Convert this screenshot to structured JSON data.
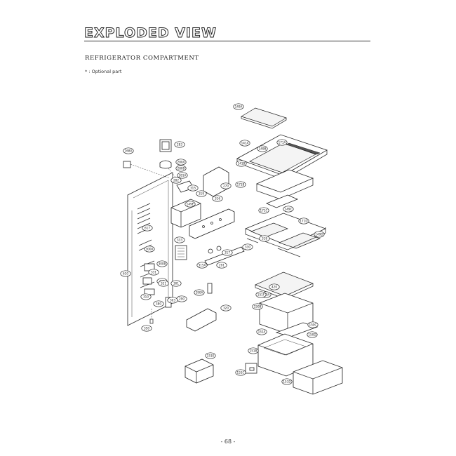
{
  "header": {
    "title": "EXPLODED VIEW",
    "subtitle": "REFRIGERATOR COMPARTMENT",
    "note": "* : Optional part"
  },
  "footer": {
    "page_number": "- 68 -"
  },
  "callouts": [
    {
      "id": "c-149a",
      "label": "149A"
    },
    {
      "id": "c-141a",
      "label": "141A"
    },
    {
      "id": "c-149b",
      "label": "149B"
    },
    {
      "id": "c-171a",
      "label": "171A"
    },
    {
      "id": "c-141b",
      "label": "141B"
    },
    {
      "id": "c-171b",
      "label": "171B"
    },
    {
      "id": "c-168a",
      "label": "168A"
    },
    {
      "id": "c-283",
      "label": "283"
    },
    {
      "id": "c-280a",
      "label": "280A"
    },
    {
      "id": "c-280b",
      "label": "280B"
    },
    {
      "id": "c-281a",
      "label": "281A"
    },
    {
      "id": "c-282",
      "label": "282"
    },
    {
      "id": "c-315",
      "label": "315"
    },
    {
      "id": "c-319",
      "label": "319"
    },
    {
      "id": "c-149e",
      "label": "149E"
    },
    {
      "id": "c-316",
      "label": "316"
    },
    {
      "id": "c-171c",
      "label": "171C"
    },
    {
      "id": "c-149c",
      "label": "149C"
    },
    {
      "id": "c-171d",
      "label": "171D"
    },
    {
      "id": "c-149d",
      "label": "149D"
    },
    {
      "id": "c-318",
      "label": "318"
    },
    {
      "id": "c-330",
      "label": "330"
    },
    {
      "id": "c-333",
      "label": "333"
    },
    {
      "id": "c-617",
      "label": "617"
    },
    {
      "id": "c-300a",
      "label": "300A"
    },
    {
      "id": "c-300b",
      "label": "300B"
    },
    {
      "id": "c-331",
      "label": "331"
    },
    {
      "id": "c-332",
      "label": "332"
    },
    {
      "id": "c-301",
      "label": "301"
    },
    {
      "id": "c-315a",
      "label": "315A"
    },
    {
      "id": "c-317",
      "label": "317"
    },
    {
      "id": "c-291",
      "label": "291"
    },
    {
      "id": "c-290",
      "label": "290"
    },
    {
      "id": "c-321",
      "label": "321"
    },
    {
      "id": "c-290a",
      "label": "290A"
    },
    {
      "id": "c-320",
      "label": "320"
    },
    {
      "id": "c-310",
      "label": "310"
    },
    {
      "id": "c-610",
      "label": "610"
    },
    {
      "id": "c-350",
      "label": "350"
    },
    {
      "id": "c-150a",
      "label": "150A"
    },
    {
      "id": "c-150b",
      "label": "150B"
    },
    {
      "id": "c-150c",
      "label": "150C"
    },
    {
      "id": "c-150d",
      "label": "150D"
    },
    {
      "id": "c-151a",
      "label": "151A"
    },
    {
      "id": "c-151b",
      "label": "151B"
    },
    {
      "id": "c-151c",
      "label": "151C"
    },
    {
      "id": "c-151d",
      "label": "151D"
    },
    {
      "id": "c-151e",
      "label": "151E"
    },
    {
      "id": "c-151f",
      "label": "151F"
    },
    {
      "id": "c-303",
      "label": "303"
    },
    {
      "id": "c-420",
      "label": "420"
    },
    {
      "id": "c-380",
      "label": "380"
    },
    {
      "id": "c-270",
      "label": "270"
    }
  ]
}
